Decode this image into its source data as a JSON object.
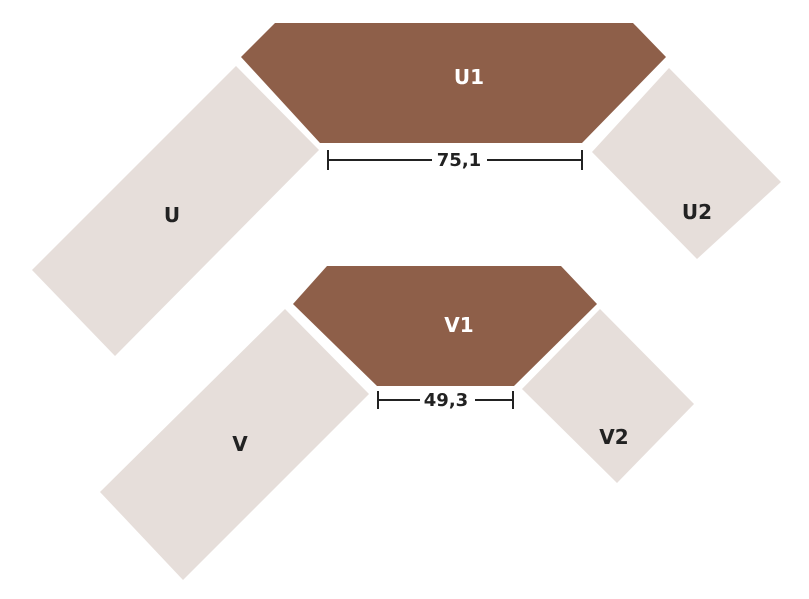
{
  "colors": {
    "dark_piece": "#8e5f49",
    "light_piece": "#e6deda",
    "text_on_dark": "#ffffff",
    "text_on_light": "#222222",
    "dimension": "#222222"
  },
  "group_u": {
    "center_label": "U1",
    "left_label": "U",
    "right_label": "U2",
    "dimension": "75,1"
  },
  "group_v": {
    "center_label": "V1",
    "left_label": "V",
    "right_label": "V2",
    "dimension": "49,3"
  }
}
